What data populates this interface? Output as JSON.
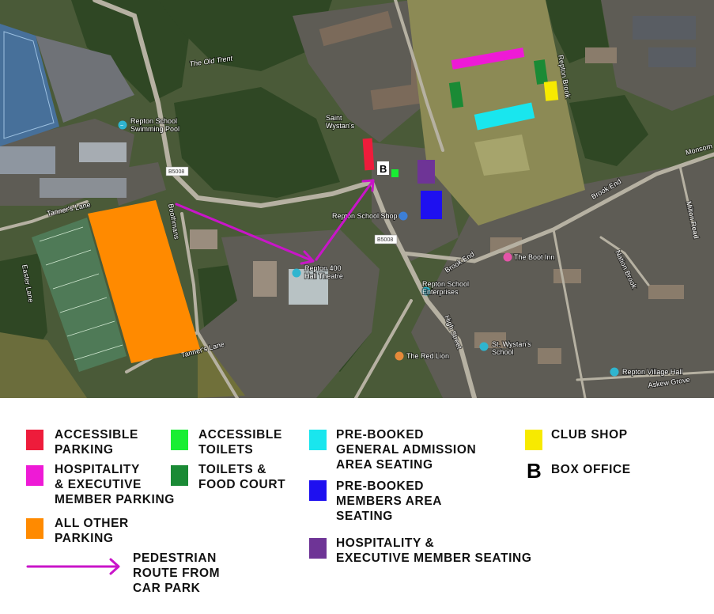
{
  "map": {
    "place_labels": {
      "old_trent": "The Old Trent",
      "swimming_pool": "Repton School\nSwimming Pool",
      "saint_wystans": "Saint\nWystan's",
      "school_shop": "Repton School Shop",
      "hall_theatre": "Repton 400\nHall Theatre",
      "school_enterprises": "Repton School\nEnterprises",
      "boot_inn": "The Boot Inn",
      "red_lion": "The Red Lion",
      "st_wystans_school": "St. Wystan's\nSchool",
      "village_hall": "Repton Village Hall"
    },
    "road_labels": {
      "b5008_west": "B5008",
      "b5008_centre": "B5008",
      "tanners_lane_north": "Tanner's Lane",
      "tanners_lane_south": "Tanner's Lane",
      "boothmans_lane": "Boothmans",
      "brook_end": "Brook End",
      "brook_end_2": "Brook End",
      "repton_brook": "Repton Brook",
      "high_street": "High Street",
      "askew_grove": "Askew Grove",
      "monsom": "Monsom",
      "milton_road": "Milton Road",
      "nation_brook": "Nation Brook",
      "east_lane": "Easter Lane"
    },
    "box_office_marker": "B"
  },
  "legend": {
    "items": [
      {
        "key": "accessible_parking",
        "label": "ACCESSIBLE\nPARKING",
        "color": "#ee1c3b"
      },
      {
        "key": "hospitality_parking",
        "label": "HOSPITALITY\n& EXECUTIVE\nMEMBER PARKING",
        "color": "#ee1ad6"
      },
      {
        "key": "all_other_parking",
        "label": "ALL OTHER\nPARKING",
        "color": "#ff8a00"
      },
      {
        "key": "pedestrian_route",
        "label": "PEDESTRIAN\nROUTE FROM\nCAR PARK",
        "color": "#c915c9"
      },
      {
        "key": "accessible_toilets",
        "label": "ACCESSIBLE\nTOILETS",
        "color": "#19ee33"
      },
      {
        "key": "toilets_food",
        "label": "TOILETS &\nFOOD COURT",
        "color": "#1a8a35"
      },
      {
        "key": "general_admission",
        "label": "PRE-BOOKED\nGENERAL ADMISSION\nAREA SEATING",
        "color": "#19e6ee"
      },
      {
        "key": "members_area",
        "label": "PRE-BOOKED\nMEMBERS AREA\nSEATING",
        "color": "#1e10f0"
      },
      {
        "key": "hospitality_seating",
        "label": "HOSPITALITY &\nEXECUTIVE MEMBER SEATING",
        "color": "#6e3496"
      },
      {
        "key": "club_shop",
        "label": "CLUB SHOP",
        "color": "#f7ea00"
      },
      {
        "key": "box_office",
        "label": "BOX OFFICE",
        "color": "#000000",
        "symbol": "B"
      }
    ]
  }
}
